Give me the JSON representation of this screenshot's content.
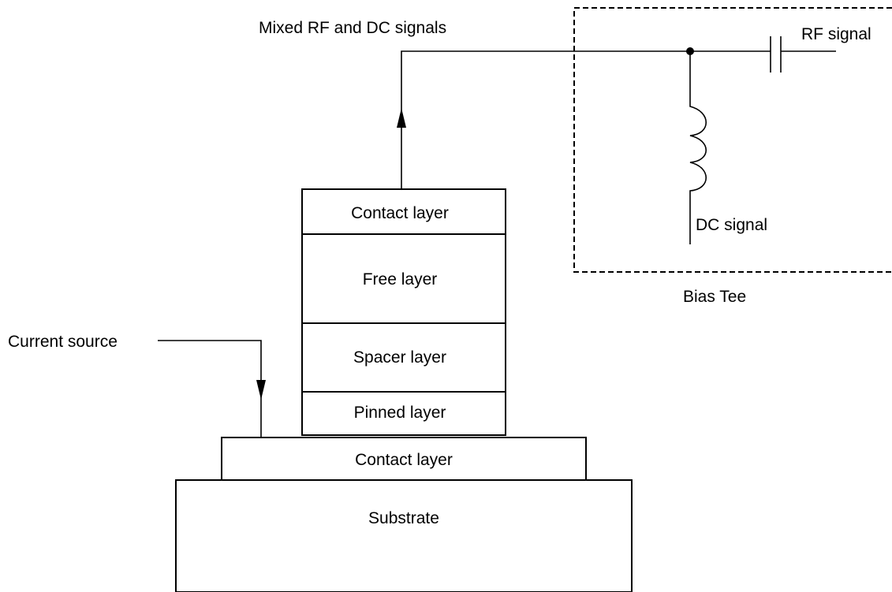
{
  "labels": {
    "mixed_signals": "Mixed RF and DC signals",
    "rf_signal": "RF signal",
    "dc_signal": "DC signal",
    "bias_tee": "Bias Tee",
    "current_source": "Current source"
  },
  "layers": {
    "top_contact": "Contact layer",
    "free": "Free layer",
    "spacer": "Spacer layer",
    "pinned": "Pinned layer",
    "bottom_contact": "Contact layer",
    "substrate": "Substrate"
  },
  "colors": {
    "line": "#000000",
    "background": "#ffffff"
  }
}
